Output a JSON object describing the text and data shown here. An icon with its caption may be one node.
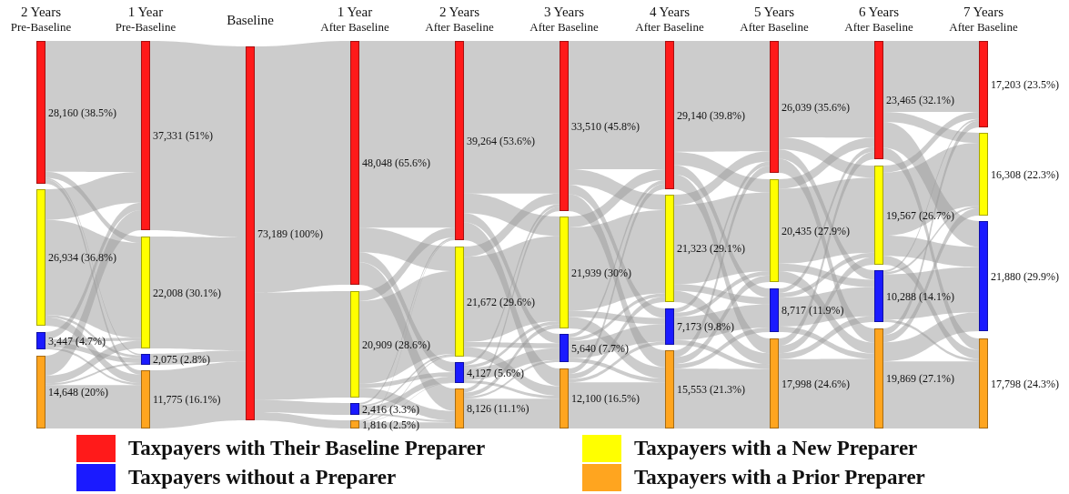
{
  "diagram": {
    "nodes": [
      {
        "text": [],
        "shape": "bar",
        "beside": [
          "28,160 (38.5%)"
        ]
      },
      {
        "text": [],
        "shape": "bar",
        "beside": [
          "26,934 (36.8%)"
        ]
      },
      {
        "text": [],
        "shape": "bar",
        "beside": [
          "3,447 (4.7%)"
        ]
      },
      {
        "text": [],
        "shape": "bar",
        "beside": [
          "14,648 (20%)"
        ]
      },
      {
        "text": [],
        "shape": "bar",
        "beside": [
          "37,331 (51%)"
        ]
      },
      {
        "text": [],
        "shape": "bar",
        "beside": [
          "22,008 (30.1%)"
        ]
      },
      {
        "text": [],
        "shape": "bar",
        "beside": [
          "2,075 (2.8%)"
        ]
      },
      {
        "text": [],
        "shape": "bar",
        "beside": [
          "11,775 (16.1%)"
        ]
      },
      {
        "text": [],
        "shape": "bar",
        "beside": [
          "73,189 (100%)"
        ]
      },
      {
        "text": [],
        "shape": "bar",
        "beside": [
          "48,048 (65.6%)"
        ]
      },
      {
        "text": [],
        "shape": "bar",
        "beside": [
          "20,909 (28.6%)"
        ]
      },
      {
        "text": [],
        "shape": "bar",
        "beside": [
          "2,416 (3.3%)"
        ]
      },
      {
        "text": [],
        "shape": "bar",
        "beside": [
          "1,816 (2.5%)"
        ]
      },
      {
        "text": [],
        "shape": "bar",
        "beside": [
          "39,264 (53.6%)"
        ]
      },
      {
        "text": [],
        "shape": "bar",
        "beside": [
          "21,672 (29.6%)"
        ]
      },
      {
        "text": [],
        "shape": "bar",
        "beside": [
          "4,127 (5.6%)"
        ]
      },
      {
        "text": [],
        "shape": "bar",
        "beside": [
          "8,126 (11.1%)"
        ]
      },
      {
        "text": [],
        "shape": "bar",
        "beside": [
          "33,510 (45.8%)"
        ]
      },
      {
        "text": [],
        "shape": "bar",
        "beside": [
          "21,939 (30%)"
        ]
      },
      {
        "text": [],
        "shape": "bar",
        "beside": [
          "5,640 (7.7%)"
        ]
      },
      {
        "text": [],
        "shape": "bar",
        "beside": [
          "12,100 (16.5%)"
        ]
      },
      {
        "text": [],
        "shape": "bar",
        "beside": [
          "29,140 (39.8%)"
        ]
      },
      {
        "text": [],
        "shape": "bar",
        "beside": [
          "21,323 (29.1%)"
        ]
      },
      {
        "text": [],
        "shape": "bar",
        "beside": [
          "7,173 (9.8%)"
        ]
      },
      {
        "text": [],
        "shape": "bar",
        "beside": [
          "15,553 (21.3%)"
        ]
      },
      {
        "text": [],
        "shape": "bar",
        "beside": [
          "26,039 (35.6%)"
        ]
      },
      {
        "text": [],
        "shape": "bar",
        "beside": [
          "20,435 (27.9%)"
        ]
      },
      {
        "text": [],
        "shape": "bar",
        "beside": [
          "8,717 (11.9%)"
        ]
      },
      {
        "text": [],
        "shape": "bar",
        "beside": [
          "17,998 (24.6%)"
        ]
      },
      {
        "text": [],
        "shape": "bar",
        "beside": [
          "23,465 (32.1%)"
        ]
      },
      {
        "text": [],
        "shape": "bar",
        "beside": [
          "19,567 (26.7%)"
        ]
      },
      {
        "text": [],
        "shape": "bar",
        "beside": [
          "10,288 (14.1%)"
        ]
      },
      {
        "text": [],
        "shape": "bar",
        "beside": [
          "19,869 (27.1%)"
        ]
      },
      {
        "text": [],
        "shape": "bar",
        "beside": [
          "17,203 (23.5%)"
        ]
      },
      {
        "text": [],
        "shape": "bar",
        "beside": [
          "16,308 (22.3%)"
        ]
      },
      {
        "text": [],
        "shape": "bar",
        "beside": [
          "21,880 (29.9%)"
        ]
      },
      {
        "text": [],
        "shape": "bar",
        "beside": [
          "17,798 (24.3%)"
        ]
      }
    ],
    "edges": [
      {
        "from": 0,
        "to": 4,
        "arrow": "none"
      },
      {
        "from": 0,
        "to": 5,
        "arrow": "none"
      },
      {
        "from": 0,
        "to": 6,
        "arrow": "none"
      },
      {
        "from": 0,
        "to": 7,
        "arrow": "none"
      },
      {
        "from": 1,
        "to": 4,
        "arrow": "none"
      },
      {
        "from": 1,
        "to": 5,
        "arrow": "none"
      },
      {
        "from": 1,
        "to": 6,
        "arrow": "none"
      },
      {
        "from": 1,
        "to": 7,
        "arrow": "none"
      },
      {
        "from": 2,
        "to": 4,
        "arrow": "none"
      },
      {
        "from": 2,
        "to": 5,
        "arrow": "none"
      },
      {
        "from": 2,
        "to": 6,
        "arrow": "none"
      },
      {
        "from": 2,
        "to": 7,
        "arrow": "none"
      },
      {
        "from": 3,
        "to": 4,
        "arrow": "none"
      },
      {
        "from": 3,
        "to": 5,
        "arrow": "none"
      },
      {
        "from": 3,
        "to": 6,
        "arrow": "none"
      },
      {
        "from": 3,
        "to": 7,
        "arrow": "none"
      },
      {
        "from": 4,
        "to": 8,
        "arrow": "none"
      },
      {
        "from": 5,
        "to": 8,
        "arrow": "none"
      },
      {
        "from": 6,
        "to": 8,
        "arrow": "none"
      },
      {
        "from": 7,
        "to": 8,
        "arrow": "none"
      },
      {
        "from": 8,
        "to": 9,
        "arrow": "none"
      },
      {
        "from": 8,
        "to": 10,
        "arrow": "none"
      },
      {
        "from": 8,
        "to": 11,
        "arrow": "none"
      },
      {
        "from": 8,
        "to": 12,
        "arrow": "none"
      },
      {
        "from": 9,
        "to": 13,
        "arrow": "none"
      },
      {
        "from": 9,
        "to": 14,
        "arrow": "none"
      },
      {
        "from": 9,
        "to": 15,
        "arrow": "none"
      },
      {
        "from": 9,
        "to": 16,
        "arrow": "none"
      },
      {
        "from": 10,
        "to": 13,
        "arrow": "none"
      },
      {
        "from": 10,
        "to": 14,
        "arrow": "none"
      },
      {
        "from": 10,
        "to": 15,
        "arrow": "none"
      },
      {
        "from": 10,
        "to": 16,
        "arrow": "none"
      },
      {
        "from": 11,
        "to": 13,
        "arrow": "none"
      },
      {
        "from": 11,
        "to": 14,
        "arrow": "none"
      },
      {
        "from": 11,
        "to": 15,
        "arrow": "none"
      },
      {
        "from": 11,
        "to": 16,
        "arrow": "none"
      },
      {
        "from": 12,
        "to": 13,
        "arrow": "none"
      },
      {
        "from": 12,
        "to": 14,
        "arrow": "none"
      },
      {
        "from": 12,
        "to": 15,
        "arrow": "none"
      },
      {
        "from": 12,
        "to": 16,
        "arrow": "none"
      },
      {
        "from": 13,
        "to": 17,
        "arrow": "none"
      },
      {
        "from": 13,
        "to": 18,
        "arrow": "none"
      },
      {
        "from": 13,
        "to": 19,
        "arrow": "none"
      },
      {
        "from": 13,
        "to": 20,
        "arrow": "none"
      },
      {
        "from": 14,
        "to": 17,
        "arrow": "none"
      },
      {
        "from": 14,
        "to": 18,
        "arrow": "none"
      },
      {
        "from": 14,
        "to": 19,
        "arrow": "none"
      },
      {
        "from": 14,
        "to": 20,
        "arrow": "none"
      },
      {
        "from": 15,
        "to": 17,
        "arrow": "none"
      },
      {
        "from": 15,
        "to": 18,
        "arrow": "none"
      },
      {
        "from": 15,
        "to": 19,
        "arrow": "none"
      },
      {
        "from": 15,
        "to": 20,
        "arrow": "none"
      },
      {
        "from": 16,
        "to": 17,
        "arrow": "none"
      },
      {
        "from": 16,
        "to": 18,
        "arrow": "none"
      },
      {
        "from": 16,
        "to": 19,
        "arrow": "none"
      },
      {
        "from": 16,
        "to": 20,
        "arrow": "none"
      },
      {
        "from": 17,
        "to": 21,
        "arrow": "none"
      },
      {
        "from": 17,
        "to": 22,
        "arrow": "none"
      },
      {
        "from": 17,
        "to": 23,
        "arrow": "none"
      },
      {
        "from": 17,
        "to": 24,
        "arrow": "none"
      },
      {
        "from": 18,
        "to": 21,
        "arrow": "none"
      },
      {
        "from": 18,
        "to": 22,
        "arrow": "none"
      },
      {
        "from": 18,
        "to": 23,
        "arrow": "none"
      },
      {
        "from": 18,
        "to": 24,
        "arrow": "none"
      },
      {
        "from": 19,
        "to": 21,
        "arrow": "none"
      },
      {
        "from": 19,
        "to": 22,
        "arrow": "none"
      },
      {
        "from": 19,
        "to": 23,
        "arrow": "none"
      },
      {
        "from": 19,
        "to": 24,
        "arrow": "none"
      },
      {
        "from": 20,
        "to": 21,
        "arrow": "none"
      },
      {
        "from": 20,
        "to": 22,
        "arrow": "none"
      },
      {
        "from": 20,
        "to": 23,
        "arrow": "none"
      },
      {
        "from": 20,
        "to": 24,
        "arrow": "none"
      },
      {
        "from": 21,
        "to": 25,
        "arrow": "none"
      },
      {
        "from": 21,
        "to": 26,
        "arrow": "none"
      },
      {
        "from": 21,
        "to": 27,
        "arrow": "none"
      },
      {
        "from": 21,
        "to": 28,
        "arrow": "none"
      },
      {
        "from": 22,
        "to": 25,
        "arrow": "none"
      },
      {
        "from": 22,
        "to": 26,
        "arrow": "none"
      },
      {
        "from": 22,
        "to": 27,
        "arrow": "none"
      },
      {
        "from": 22,
        "to": 28,
        "arrow": "none"
      },
      {
        "from": 23,
        "to": 25,
        "arrow": "none"
      },
      {
        "from": 23,
        "to": 26,
        "arrow": "none"
      },
      {
        "from": 23,
        "to": 27,
        "arrow": "none"
      },
      {
        "from": 23,
        "to": 28,
        "arrow": "none"
      },
      {
        "from": 24,
        "to": 25,
        "arrow": "none"
      },
      {
        "from": 24,
        "to": 26,
        "arrow": "none"
      },
      {
        "from": 24,
        "to": 27,
        "arrow": "none"
      },
      {
        "from": 24,
        "to": 28,
        "arrow": "none"
      },
      {
        "from": 25,
        "to": 29,
        "arrow": "none"
      },
      {
        "from": 25,
        "to": 30,
        "arrow": "none"
      },
      {
        "from": 25,
        "to": 31,
        "arrow": "none"
      },
      {
        "from": 25,
        "to": 32,
        "arrow": "none"
      },
      {
        "from": 26,
        "to": 29,
        "arrow": "none"
      },
      {
        "from": 26,
        "to": 30,
        "arrow": "none"
      },
      {
        "from": 26,
        "to": 31,
        "arrow": "none"
      },
      {
        "from": 26,
        "to": 32,
        "arrow": "none"
      },
      {
        "from": 27,
        "to": 29,
        "arrow": "none"
      },
      {
        "from": 27,
        "to": 30,
        "arrow": "none"
      },
      {
        "from": 27,
        "to": 31,
        "arrow": "none"
      },
      {
        "from": 27,
        "to": 32,
        "arrow": "none"
      },
      {
        "from": 28,
        "to": 29,
        "arrow": "none"
      },
      {
        "from": 28,
        "to": 30,
        "arrow": "none"
      },
      {
        "from": 28,
        "to": 31,
        "arrow": "none"
      },
      {
        "from": 28,
        "to": 32,
        "arrow": "none"
      },
      {
        "from": 29,
        "to": 33,
        "arrow": "none"
      },
      {
        "from": 29,
        "to": 34,
        "arrow": "none"
      },
      {
        "from": 29,
        "to": 35,
        "arrow": "none"
      },
      {
        "from": 29,
        "to": 36,
        "arrow": "none"
      },
      {
        "from": 30,
        "to": 33,
        "arrow": "none"
      },
      {
        "from": 30,
        "to": 34,
        "arrow": "none"
      },
      {
        "from": 30,
        "to": 35,
        "arrow": "none"
      },
      {
        "from": 30,
        "to": 36,
        "arrow": "none"
      },
      {
        "from": 31,
        "to": 33,
        "arrow": "none"
      },
      {
        "from": 31,
        "to": 34,
        "arrow": "none"
      },
      {
        "from": 31,
        "to": 35,
        "arrow": "none"
      },
      {
        "from": 31,
        "to": 36,
        "arrow": "none"
      },
      {
        "from": 32,
        "to": 33,
        "arrow": "none"
      },
      {
        "from": 32,
        "to": 34,
        "arrow": "none"
      },
      {
        "from": 32,
        "to": 35,
        "arrow": "none"
      },
      {
        "from": 32,
        "to": 36,
        "arrow": "none"
      }
    ],
    "labels": [
      "2 Years",
      "Pre-Baseline",
      "1 Year",
      "Pre-Baseline",
      "Baseline",
      "1 Year",
      "After Baseline",
      "2 Years",
      "After Baseline",
      "3 Years",
      "After Baseline",
      "4 Years",
      "After Baseline",
      "5 Years",
      "After Baseline",
      "6 Years",
      "After Baseline",
      "7 Years",
      "After Baseline"
    ],
    "legend": [
      {
        "text": "Taxpayers with Their Baseline Preparer",
        "color": "#ff1a1a"
      },
      {
        "text": "Taxpayers with a New Preparer",
        "color": "#ffff00"
      },
      {
        "text": "Taxpayers without a Preparer",
        "color": "#1a1aff"
      },
      {
        "text": "Taxpayers with a Prior Preparer",
        "color": "#ffa51f"
      }
    ]
  }
}
